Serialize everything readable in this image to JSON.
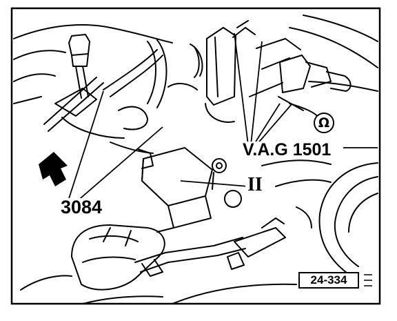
{
  "labels": {
    "tool_3084": "3084",
    "tester": "V.A.G 1501",
    "position_ii": "II",
    "figure_number": "24-334",
    "ohm_symbol": "Ω"
  }
}
